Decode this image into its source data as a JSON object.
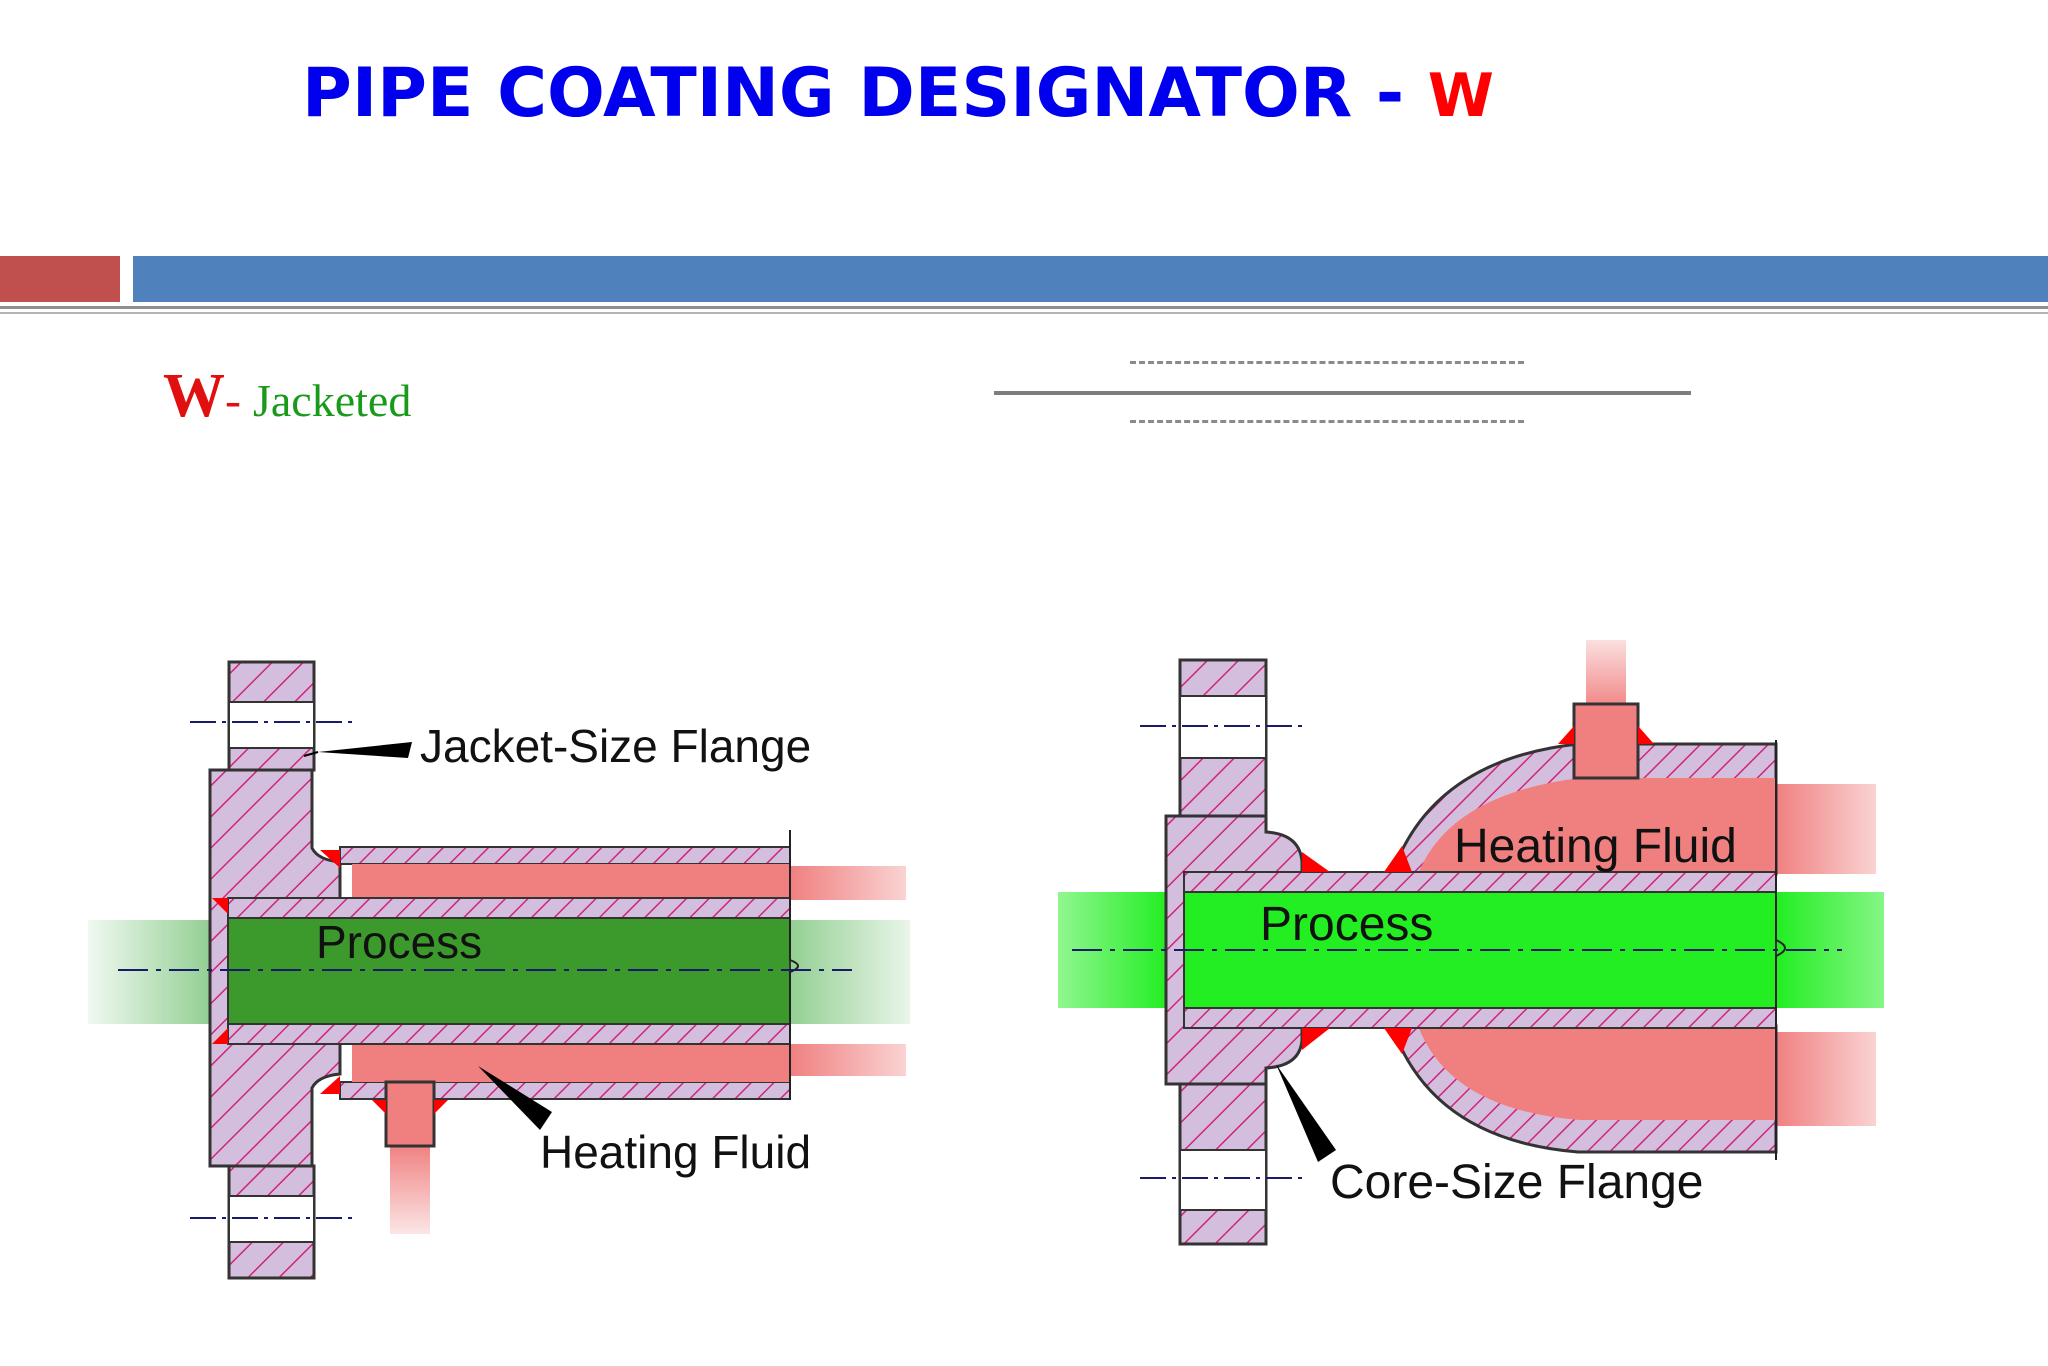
{
  "slide": {
    "title": "PIPE COATING DESIGNATOR - ",
    "title_code": "W",
    "subtitle_code": "W",
    "subtitle_separator": "- ",
    "subtitle_text": "Jacketed"
  },
  "diagram_left": {
    "flange_label": "Jacket-Size Flange",
    "process_label": "Process",
    "fluid_label": "Heating Fluid"
  },
  "diagram_right": {
    "fluid_label": "Heating Fluid",
    "process_label": "Process",
    "flange_label": "Core-Size Flange"
  },
  "colors": {
    "title": "#0000ee",
    "code": "#ff0000",
    "jacketed": "#1a9a1a",
    "bar_red": "#c0504d",
    "bar_blue": "#4f81bd",
    "flange_fill": "#d4bede",
    "hatch": "#d0257a",
    "fluid": "#f08080",
    "process_left": "#3c9a2c",
    "process_right": "#22ee22",
    "weld": "#ff0000"
  }
}
